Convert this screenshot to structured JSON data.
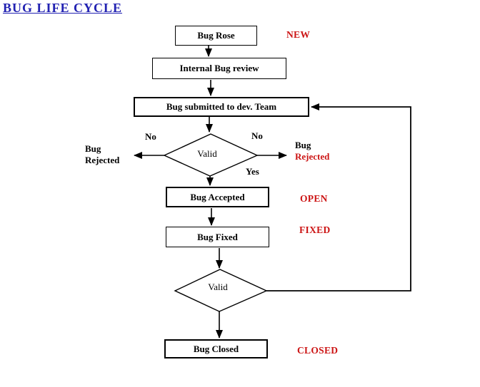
{
  "title": "BUG LIFE CYCLE",
  "colors": {
    "title_blue": "#2222B2",
    "status_red": "#CC1414",
    "line_black": "#000000",
    "background": "#FFFFFF"
  },
  "nodes": {
    "bug_rose": "Bug Rose",
    "internal_review": "Internal Bug review",
    "submitted": "Bug submitted to dev. Team",
    "valid_1": "Valid",
    "accepted": "Bug Accepted",
    "bug_fixed": "Bug Fixed",
    "valid_2": "Valid",
    "closed": "Bug Closed"
  },
  "branch_labels": {
    "no_left": "No",
    "no_right": "No",
    "yes": "Yes"
  },
  "outcomes": {
    "rejected_left": {
      "line1": "Bug",
      "line2": "Rejected"
    },
    "rejected_right": {
      "line1": "Bug",
      "line2": "Rejected"
    }
  },
  "statuses": {
    "new": "NEW",
    "open": "OPEN",
    "fixed": "FIXED",
    "closed": "CLOSED"
  }
}
